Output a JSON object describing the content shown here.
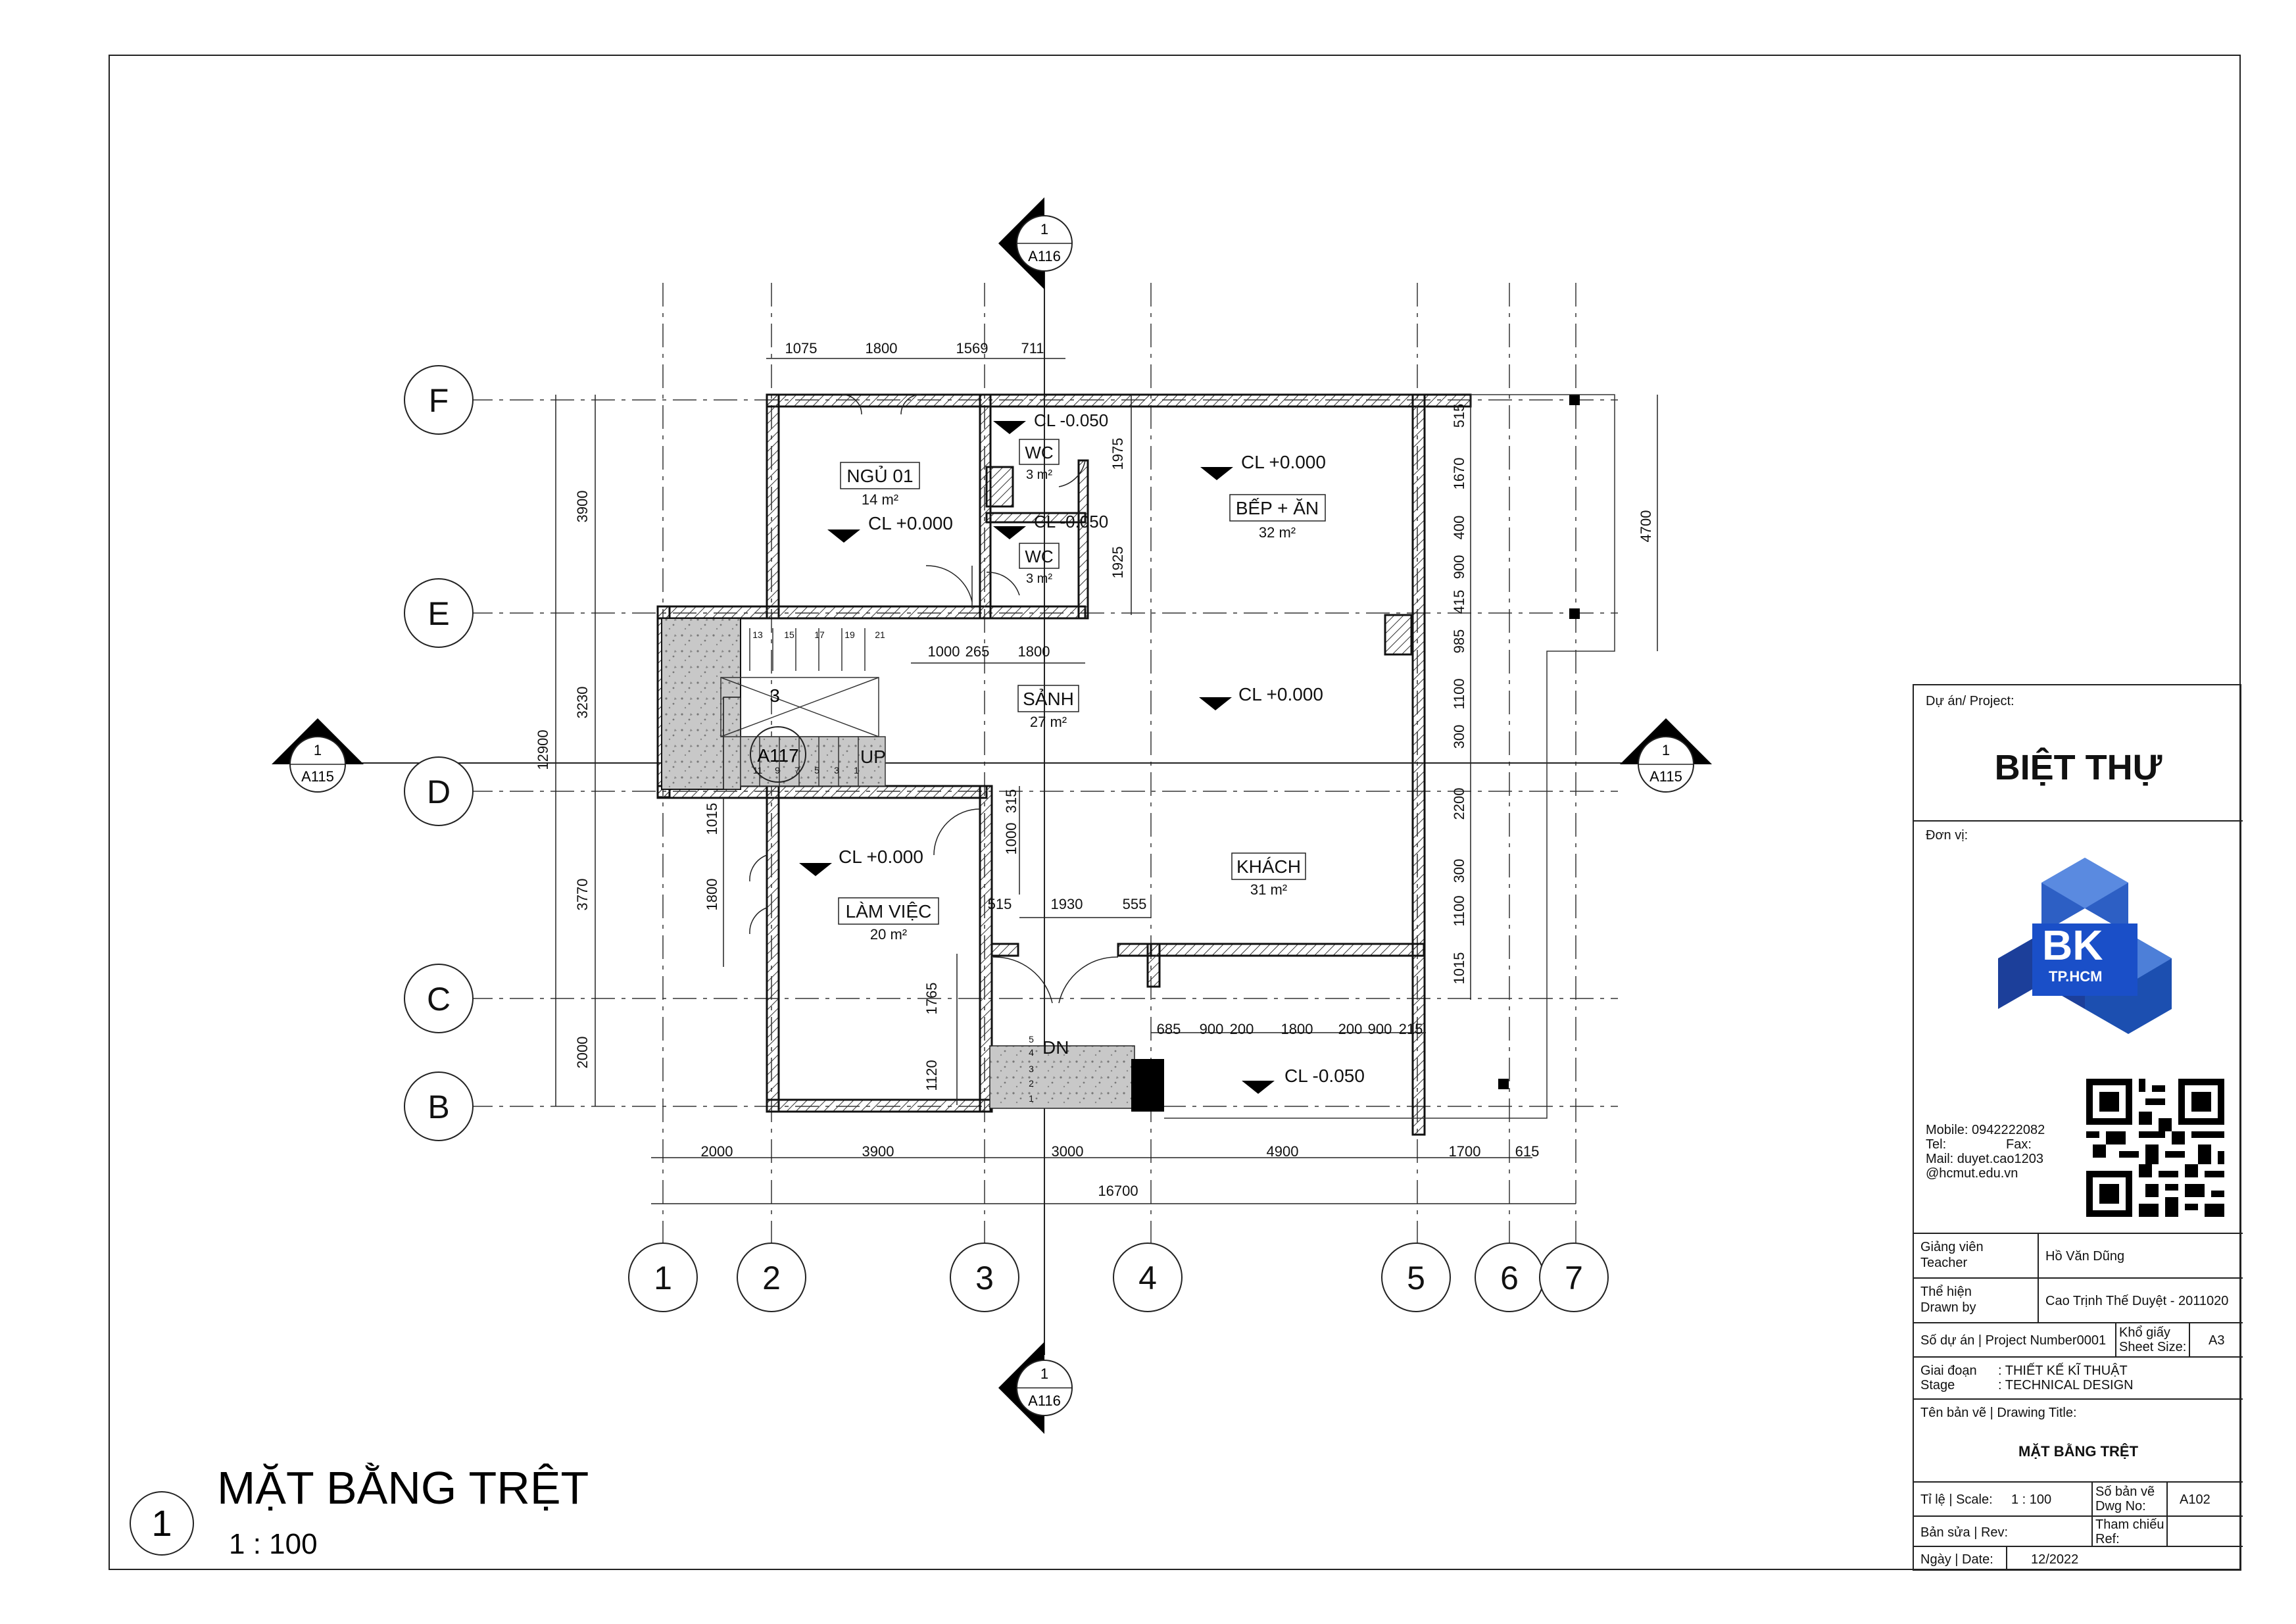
{
  "drawing": {
    "grid_columns": [
      "1",
      "2",
      "3",
      "4",
      "5",
      "6",
      "7"
    ],
    "grid_rows": [
      "F",
      "E",
      "D",
      "C",
      "B"
    ],
    "section_marks": {
      "top": {
        "num": "1",
        "sheet": "A116"
      },
      "bottom": {
        "num": "1",
        "sheet": "A116"
      },
      "left": {
        "num": "1",
        "sheet": "A115"
      },
      "right": {
        "num": "1",
        "sheet": "A115"
      },
      "stair": {
        "sheet": "A117",
        "num": "3"
      }
    },
    "rooms": [
      {
        "name": "NGỦ 01",
        "area": "14 m²",
        "level": "CL +0.000"
      },
      {
        "name": "WC",
        "area": "3 m²",
        "level": "CL -0.050"
      },
      {
        "name": "WC",
        "area": "3 m²",
        "level": "CL -0.050"
      },
      {
        "name": "BẾP + ĂN",
        "area": "32 m²",
        "level": "CL +0.000"
      },
      {
        "name": "SẢNH",
        "area": "27 m²",
        "level": "CL +0.000"
      },
      {
        "name": "LÀM VIỆC",
        "area": "20 m²",
        "level": "CL +0.000"
      },
      {
        "name": "KHÁCH",
        "area": "31 m²",
        "level": "CL -0.050"
      }
    ],
    "stair_labels": {
      "up": "UP",
      "dn": "DN",
      "steps_top": [
        "13",
        "15",
        "17",
        "19",
        "21"
      ],
      "steps_bottom": [
        "11",
        "9",
        "7",
        "5",
        "3",
        "1"
      ],
      "steps_dn": [
        "5",
        "4",
        "3",
        "2",
        "1"
      ]
    },
    "dims_top": [
      "1075",
      "1800",
      "1569",
      "711"
    ],
    "dims_left": [
      "3900",
      "3230",
      "3770",
      "2000"
    ],
    "dims_left_total": "12900",
    "dims_bottom": [
      "2000",
      "3900",
      "3000",
      "4900",
      "1700",
      "615"
    ],
    "dims_bottom_total": "16700",
    "dims_right_inner": [
      "515",
      "1670",
      "400",
      "900",
      "415",
      "985",
      "1100",
      "300",
      "2200",
      "300",
      "1100",
      "1015"
    ],
    "dims_right_outer": "4700",
    "dims_misc": [
      "1975",
      "1925",
      "1000",
      "265",
      "1800",
      "1015",
      "1800",
      "1000",
      "315",
      "515",
      "1930",
      "555",
      "1765",
      "1120",
      "685",
      "900",
      "200",
      "1800",
      "200",
      "900",
      "215"
    ],
    "title": {
      "num": "1",
      "name": "MẶT BẰNG TRỆT",
      "scale": "1 : 100"
    }
  },
  "title_block": {
    "project_label": "Dự án/ Project:",
    "project_name": "BIỆT THỰ",
    "unit_label": "Đơn vị:",
    "logo_text": "BK",
    "logo_sub": "TP.HCM",
    "mobile": "Mobile: 0942222082",
    "tel": "Tel:",
    "fax": "Fax:",
    "mail": "Mail: duyet.cao1203",
    "mail2": "@hcmut.edu.vn",
    "teacher_label": "Giảng viên",
    "teacher_label_en": "Teacher",
    "teacher": "Hồ Văn Dũng",
    "drawn_label": "Thể hiện",
    "drawn_label_en": "Drawn by",
    "drawn": "Cao Trịnh Thế Duyệt - 2011020",
    "project_number": "Số dự án | Project Number0001",
    "sheet_size_label": "Khổ giấy",
    "sheet_size_label_en": "Sheet Size:",
    "sheet_size": "A3",
    "stage_label": "Giai đoạn",
    "stage_label_en": "Stage",
    "stage": ": THIẾT KẾ KĨ THUẬT",
    "stage_en": ": TECHNICAL DESIGN",
    "drawing_title_label": "Tên bản vẽ | Drawing Title:",
    "drawing_title": "MẶT BẰNG TRỆT",
    "scale_label": "Tỉ lệ | Scale:",
    "scale": "1 : 100",
    "dwg_no_label": "Số bản vẽ",
    "dwg_no_label_en": "Dwg No:",
    "dwg_no": "A102",
    "rev_label": "Bản sửa | Rev:",
    "ref_label": "Tham chiếu",
    "ref_label_en": "Ref:",
    "date_label": "Ngày | Date:",
    "date": "12/2022"
  }
}
